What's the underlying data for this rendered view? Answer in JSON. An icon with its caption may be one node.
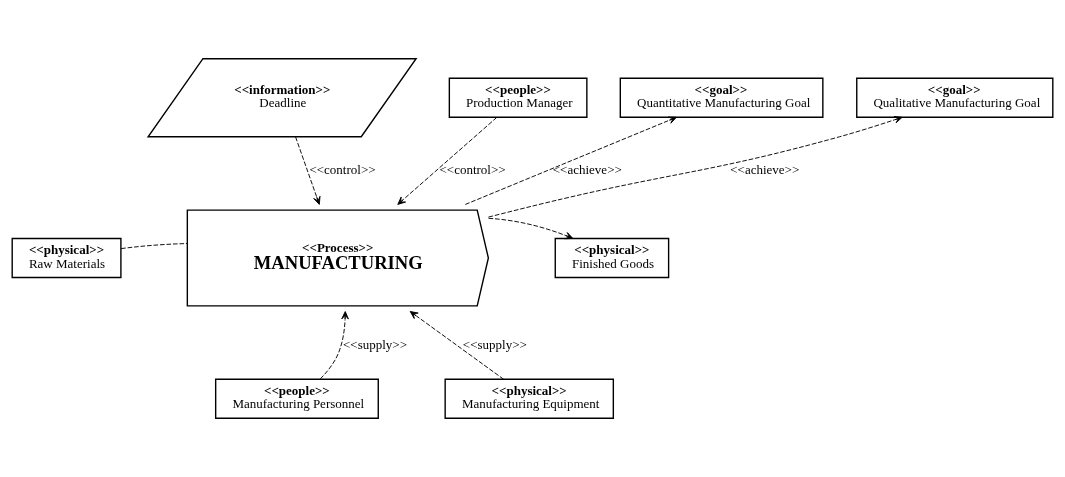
{
  "diagram": {
    "nodes": [
      {
        "text": [
          "<<information>>",
          "Deadline"
        ]
      },
      {
        "text": [
          "<<people>>",
          "Production Manager"
        ]
      },
      {
        "text": [
          "<<goal>>",
          "Quantitative Manufacturing Goal"
        ]
      },
      {
        "text": [
          "<<goal>>",
          "Qualitative Manufacturing Goal"
        ]
      },
      {
        "text": [
          "<<Process>>",
          "MANUFACTURING"
        ]
      },
      {
        "text": [
          "<<physical>>",
          "Raw Materials"
        ]
      },
      {
        "text": [
          "<<physical>>",
          "Finished Goods"
        ]
      },
      {
        "text": [
          "<<people>>",
          "Manufacturing Personnel"
        ]
      },
      {
        "text": [
          "<<physical>>",
          "Manufacturing Equipment"
        ]
      }
    ],
    "edges": [
      {
        "from": 0,
        "to": 4,
        "arrow": "to",
        "label": "<<control>>",
        "style": "dashed"
      },
      {
        "from": 1,
        "to": 4,
        "arrow": "to",
        "label": "<<control>>",
        "style": "dashed"
      },
      {
        "from": 4,
        "to": 2,
        "arrow": "to",
        "label": "<<achieve>>",
        "style": "dashed"
      },
      {
        "from": 4,
        "to": 3,
        "arrow": "to",
        "label": "<<achieve>>",
        "style": "dashed"
      },
      {
        "from": 5,
        "to": 4,
        "arrow": "none",
        "style": "dashed"
      },
      {
        "from": 4,
        "to": 6,
        "arrow": "to",
        "style": "dashed"
      },
      {
        "from": 7,
        "to": 4,
        "arrow": "to",
        "label": "<<supply>>",
        "style": "dashed"
      },
      {
        "from": 8,
        "to": 4,
        "arrow": "to",
        "label": "<<supply>>",
        "style": "dashed"
      }
    ]
  }
}
